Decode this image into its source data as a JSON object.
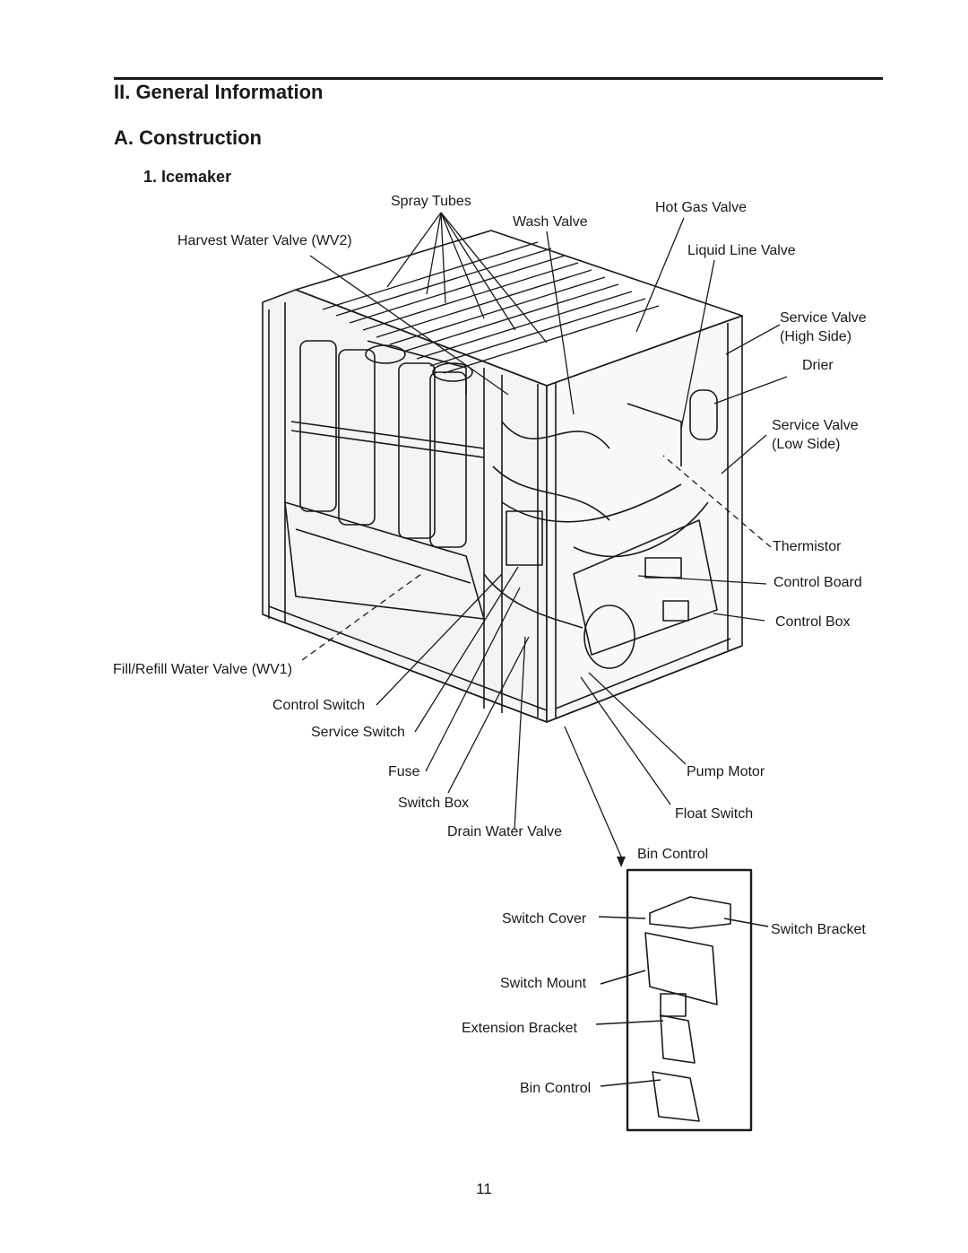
{
  "section_title": "II. General Information",
  "subsection_title": "A.  Construction",
  "part_title": "1. Icemaker",
  "labels": {
    "spray_tubes": "Spray Tubes",
    "hot_gas_valve": "Hot Gas Valve",
    "wash_valve": "Wash Valve",
    "harvest_water_valve": "Harvest Water Valve (WV2)",
    "liquid_line_valve": "Liquid Line Valve",
    "service_valve_high": "Service Valve",
    "high_side": "(High Side)",
    "drier": "Drier",
    "service_valve_low": "Service Valve",
    "low_side": "(Low Side)",
    "thermistor": "Thermistor",
    "control_board": "Control Board",
    "control_box": "Control Box",
    "fill_refill_valve": "Fill/Refill Water Valve (WV1)",
    "control_switch": "Control Switch",
    "service_switch": "Service Switch",
    "fuse": "Fuse",
    "switch_box": "Switch Box",
    "drain_water_valve": "Drain Water Valve",
    "pump_motor": "Pump Motor",
    "float_switch": "Float Switch",
    "bin_control_title": "Bin Control",
    "switch_cover": "Switch Cover",
    "switch_bracket": "Switch Bracket",
    "switch_mount": "Switch Mount",
    "extension_bracket": "Extension Bracket",
    "bin_control": "Bin Control"
  },
  "page_number": "11"
}
